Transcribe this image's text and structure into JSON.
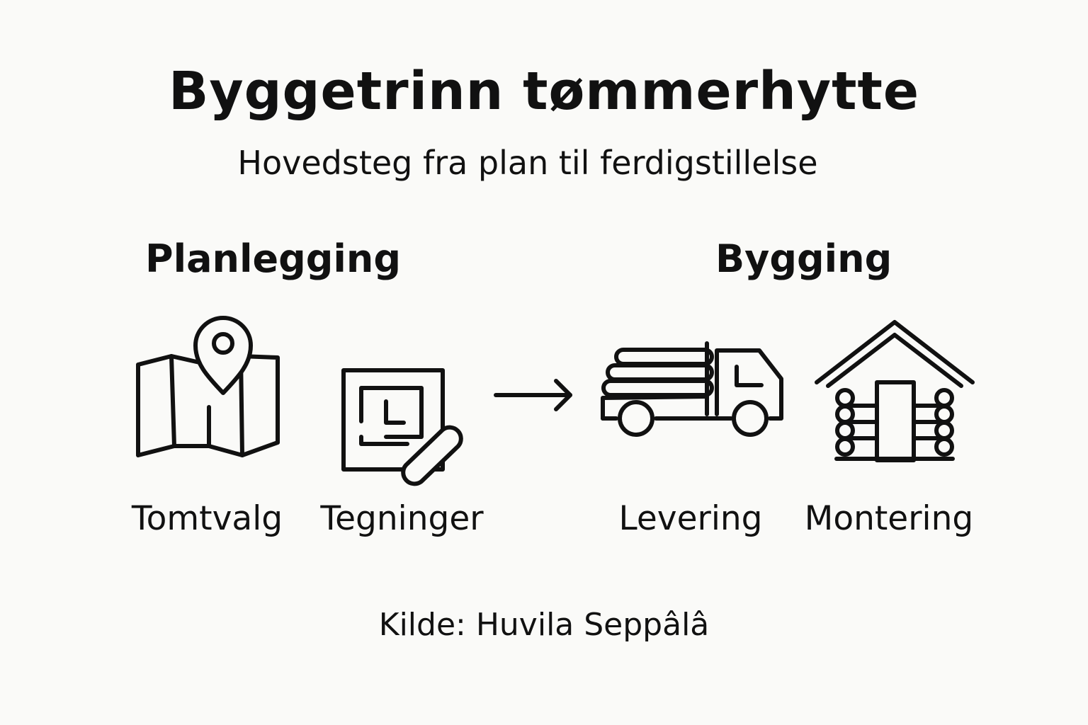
{
  "title": "Byggetrinn tømmerhytte",
  "subtitle": "Hovedsteg fra plan til ferdigstillelse",
  "groups": [
    {
      "heading": "Planlegging"
    },
    {
      "heading": "Bygging"
    }
  ],
  "steps": [
    {
      "label": "Tomtvalg",
      "icon": "map-pin-icon"
    },
    {
      "label": "Tegninger",
      "icon": "blueprint-pencil-icon"
    },
    {
      "label": "Levering",
      "icon": "log-truck-icon"
    },
    {
      "label": "Montering",
      "icon": "log-cabin-icon"
    }
  ],
  "connector": {
    "icon": "arrow-right-icon"
  },
  "source": "Kilde: Huvila Seppâlâ",
  "colors": {
    "background": "#fafaf8",
    "ink": "#111111"
  }
}
